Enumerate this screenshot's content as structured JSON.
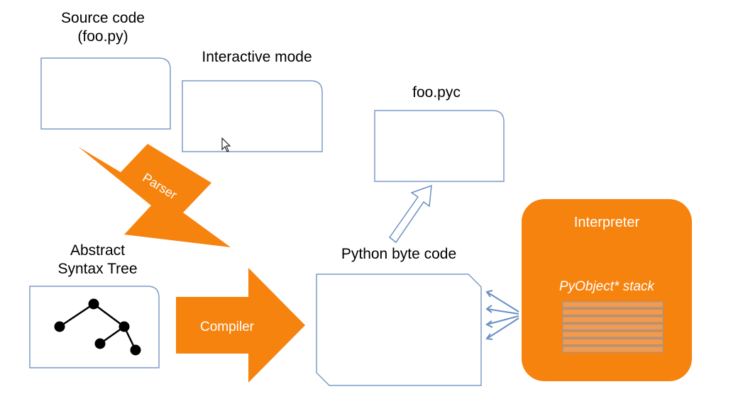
{
  "labels": {
    "source_line1": "Source code",
    "source_line2": "(foo.py)",
    "interactive": "Interactive mode",
    "pyc": "foo.pyc",
    "ast_line1": "Abstract",
    "ast_line2": "Syntax Tree",
    "bytecode": "Python byte code",
    "parser": "Parser",
    "compiler": "Compiler",
    "interpreter": "Interpreter",
    "stack": "PyObject* stack"
  },
  "colors": {
    "accent": "#f7830f",
    "box_stroke": "#7d9cc7",
    "arrow_stroke": "#6b8fc4",
    "stack_bar": "#f59a4a"
  },
  "stack_levels": 7
}
